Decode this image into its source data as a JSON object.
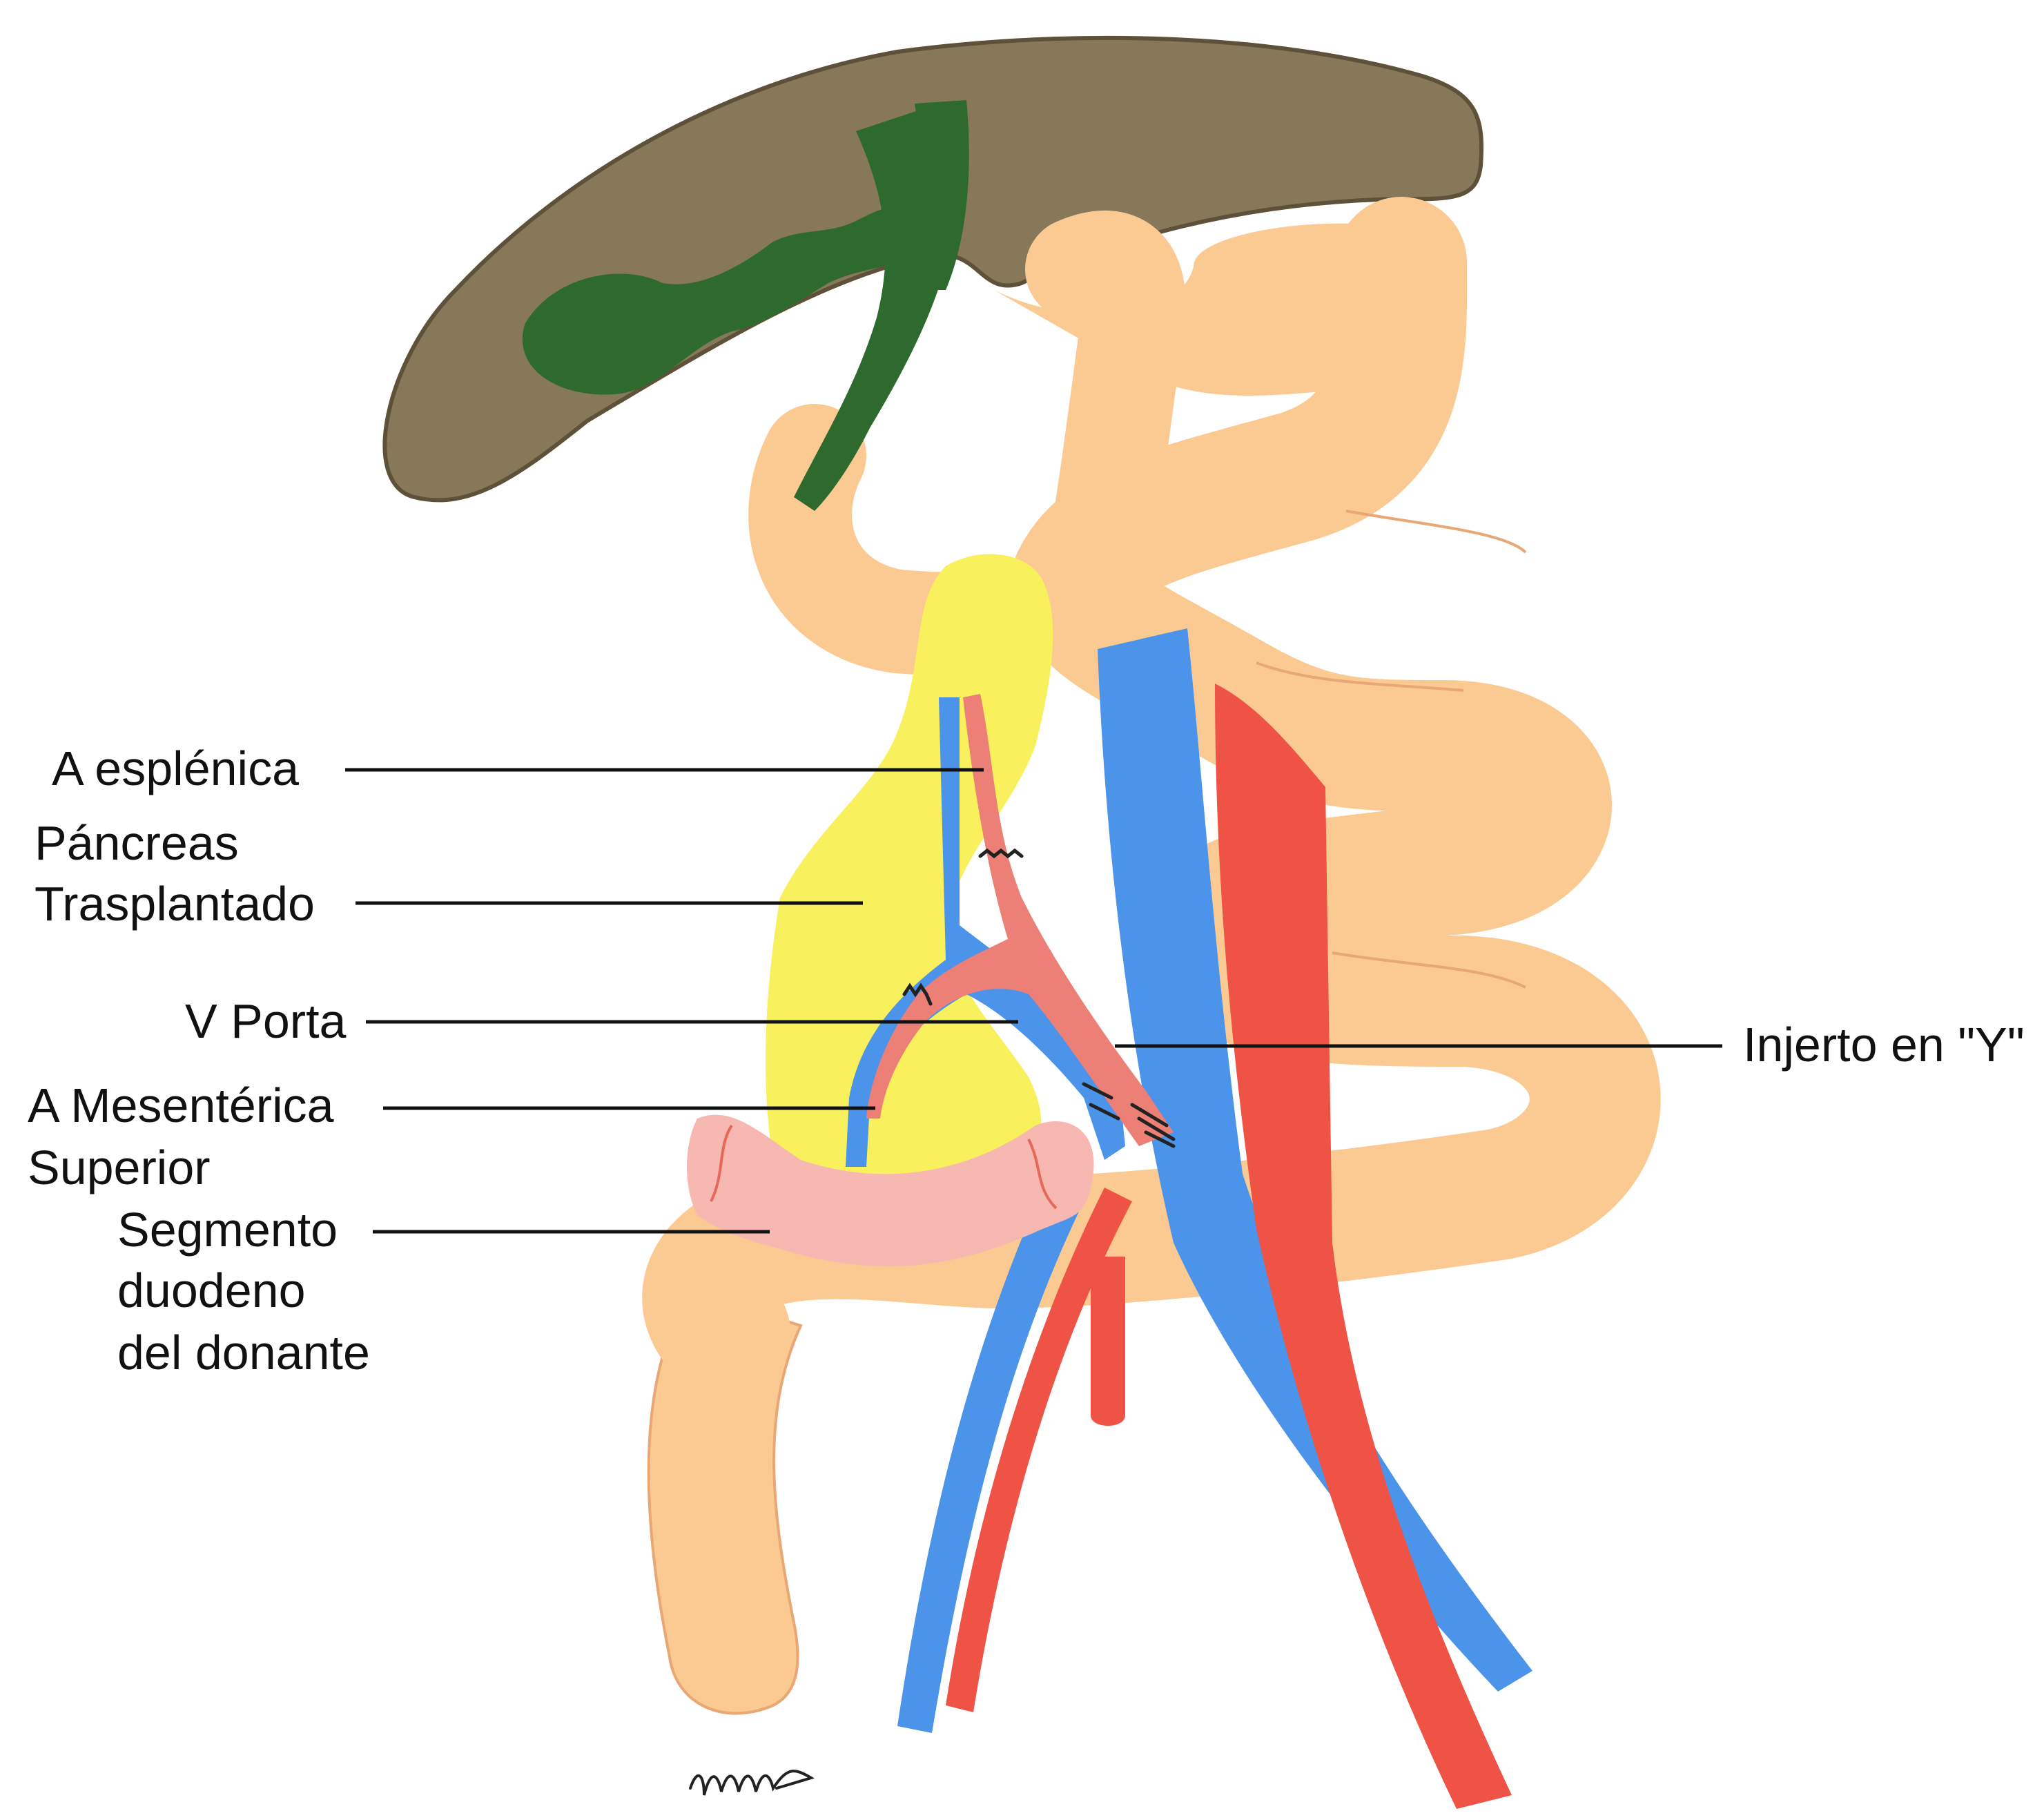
{
  "colors": {
    "liver": "#87785a",
    "liver_outline": "#5e513a",
    "bile": "#2e6a2e",
    "intestine": "#fbca93",
    "intestine_line": "#e8a775",
    "pancreas": "#f9f05d",
    "vein": "#4c93ea",
    "artery": "#ee5346",
    "graft": "#ec7f76",
    "duodenum": "#f7b8b2",
    "duodenum_line": "#e8675c",
    "leader": "#111111"
  },
  "labels": {
    "splenic_artery": "A esplénica",
    "pancreas_line1": "Páncreas",
    "pancreas_line2": "Trasplantado",
    "portal_vein": "V Porta",
    "sma_line1": "A Mesentérica",
    "sma_line2": "Superior",
    "duodenum_line1": "Segmento",
    "duodenum_line2": "duodeno",
    "duodenum_line3": "del donante",
    "y_graft": "Injerto en \"Y\""
  }
}
